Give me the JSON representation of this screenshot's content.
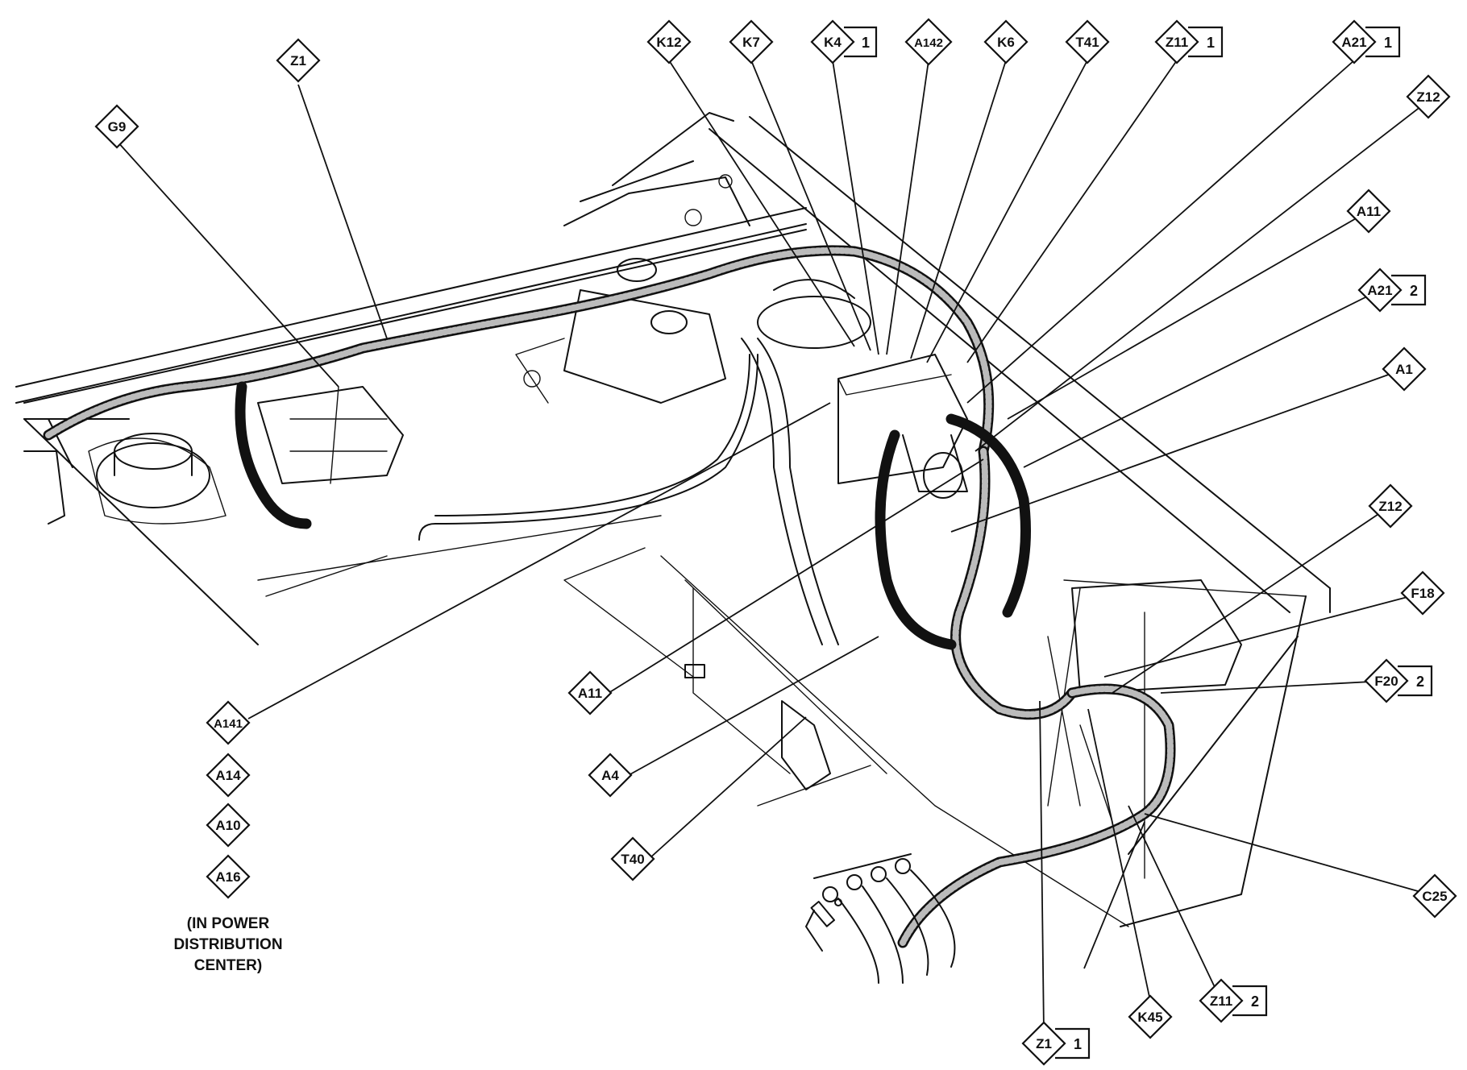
{
  "callouts": [
    {
      "id": "g9",
      "code": "G9",
      "seq": ""
    },
    {
      "id": "z1-top",
      "code": "Z1",
      "seq": ""
    },
    {
      "id": "k12",
      "code": "K12",
      "seq": ""
    },
    {
      "id": "k7",
      "code": "K7",
      "seq": ""
    },
    {
      "id": "k4",
      "code": "K4",
      "seq": "1"
    },
    {
      "id": "a142",
      "code": "A142",
      "seq": ""
    },
    {
      "id": "k6",
      "code": "K6",
      "seq": ""
    },
    {
      "id": "t41",
      "code": "T41",
      "seq": ""
    },
    {
      "id": "z11-top",
      "code": "Z11",
      "seq": "1"
    },
    {
      "id": "a21-top",
      "code": "A21",
      "seq": "1"
    },
    {
      "id": "z12-top",
      "code": "Z12",
      "seq": ""
    },
    {
      "id": "a11-right",
      "code": "A11",
      "seq": ""
    },
    {
      "id": "a21-right",
      "code": "A21",
      "seq": "2"
    },
    {
      "id": "a1",
      "code": "A1",
      "seq": ""
    },
    {
      "id": "z12-right",
      "code": "Z12",
      "seq": ""
    },
    {
      "id": "f18",
      "code": "F18",
      "seq": ""
    },
    {
      "id": "f20",
      "code": "F20",
      "seq": "2"
    },
    {
      "id": "c25",
      "code": "C25",
      "seq": ""
    },
    {
      "id": "z11-bottom",
      "code": "Z11",
      "seq": "2"
    },
    {
      "id": "k45",
      "code": "K45",
      "seq": ""
    },
    {
      "id": "z1-bottom",
      "code": "Z1",
      "seq": "1"
    },
    {
      "id": "t40",
      "code": "T40",
      "seq": ""
    },
    {
      "id": "a4",
      "code": "A4",
      "seq": ""
    },
    {
      "id": "a11-left",
      "code": "A11",
      "seq": ""
    },
    {
      "id": "a141",
      "code": "A141",
      "seq": ""
    },
    {
      "id": "a14",
      "code": "A14",
      "seq": ""
    },
    {
      "id": "a10",
      "code": "A10",
      "seq": ""
    },
    {
      "id": "a16",
      "code": "A16",
      "seq": ""
    }
  ],
  "note": {
    "line1": "(IN POWER",
    "line2": "DISTRIBUTION",
    "line3": "CENTER)"
  },
  "colors": {
    "ink": "#111111",
    "paper": "#ffffff",
    "harness_fill": "#bbbbbb"
  }
}
